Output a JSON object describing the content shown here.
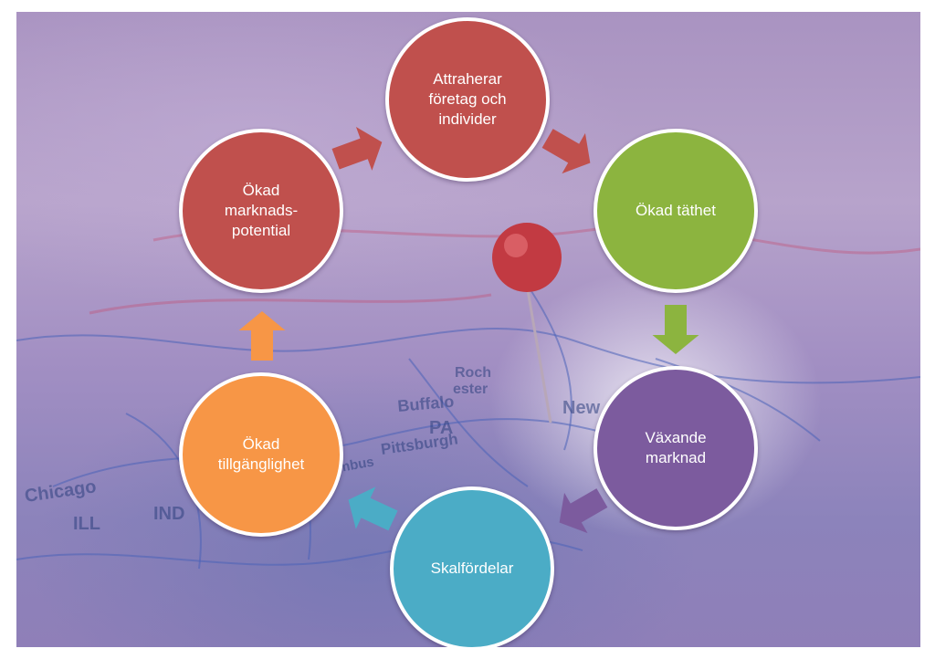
{
  "nodes": [
    {
      "name": "node-attraherar",
      "label": "Attraherar\nföretag och\nindivider",
      "color": "#c0504d"
    },
    {
      "name": "node-okad-tathet",
      "label": "Ökad täthet",
      "color": "#8cb43f"
    },
    {
      "name": "node-vaxande-marknad",
      "label": "Växande\nmarknad",
      "color": "#7c5b9e"
    },
    {
      "name": "node-skalfordelar",
      "label": "Skalfördelar",
      "color": "#4bacc6"
    },
    {
      "name": "node-okad-tillganglighet",
      "label": "Ökad\ntillgänglighet",
      "color": "#f79646"
    },
    {
      "name": "node-okad-marknadspotential",
      "label": "Ökad\nmarknads-\npotential",
      "color": "#c0504d"
    }
  ],
  "arrows": [
    {
      "name": "arrow-marknadspotential-to-attraherar",
      "color": "#c0504d"
    },
    {
      "name": "arrow-attraherar-to-tathet",
      "color": "#c0504d"
    },
    {
      "name": "arrow-tathet-to-vaxande",
      "color": "#8cb43f"
    },
    {
      "name": "arrow-vaxande-to-skalfordelar",
      "color": "#7c5b9e"
    },
    {
      "name": "arrow-skalfordelar-to-tillganglighet",
      "color": "#4bacc6"
    },
    {
      "name": "arrow-tillganglighet-to-marknadspotential",
      "color": "#f79646"
    }
  ],
  "map_labels": [
    "Roch",
    "ester",
    "Buffalo",
    "PA",
    "Pittsburgh",
    "Chicago",
    "ILL",
    "IND",
    "Columbus",
    "New"
  ]
}
